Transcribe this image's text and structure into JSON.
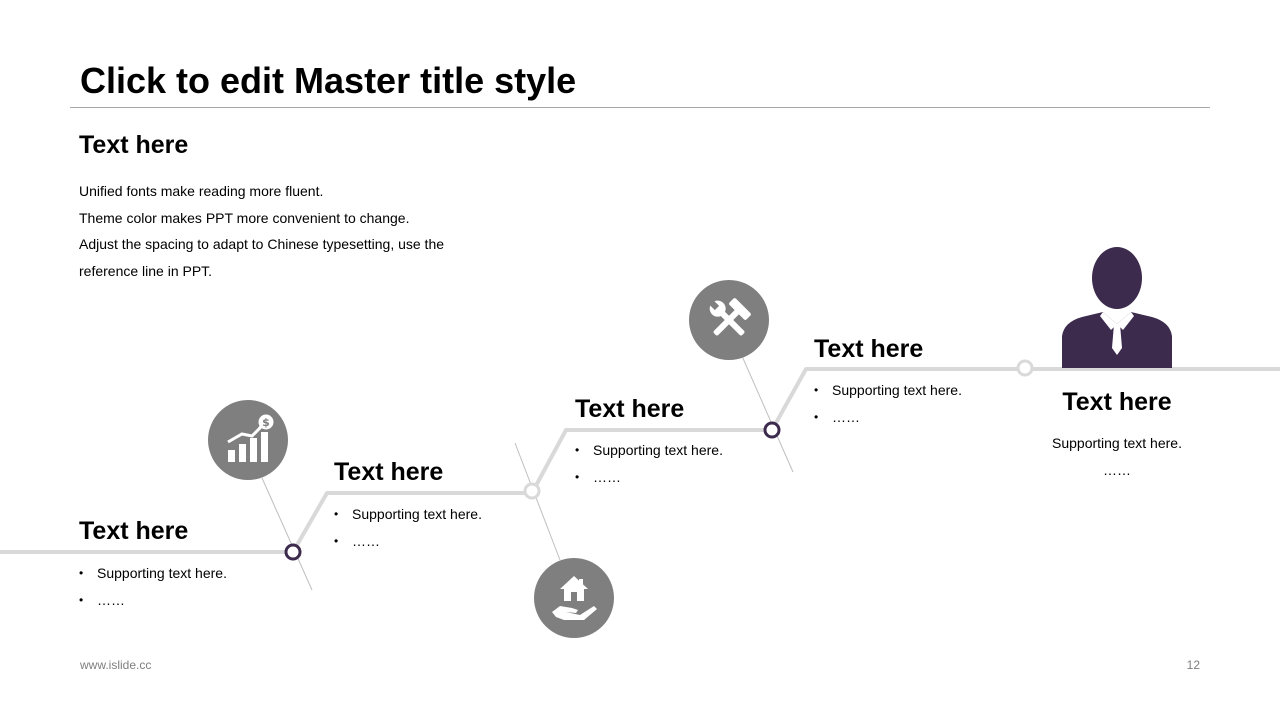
{
  "title": "Click to edit Master title style",
  "intro": {
    "heading": "Text here",
    "lines": [
      "Unified fonts make reading more fluent.",
      "Theme color makes PPT more convenient  to change.",
      "Adjust the spacing to adapt to Chinese typesetting, use the",
      "reference line in PPT."
    ]
  },
  "steps": [
    {
      "heading": "Text here",
      "bullets": [
        "Supporting text here.",
        "……"
      ],
      "icon": "growth-chart-dollar-icon"
    },
    {
      "heading": "Text here",
      "bullets": [
        "Supporting text here.",
        "……"
      ],
      "icon": "house-in-hand-icon"
    },
    {
      "heading": "Text here",
      "bullets": [
        "Supporting text here.",
        "……"
      ],
      "icon": "tools-icon"
    },
    {
      "heading": "Text here",
      "bullets": [
        "Supporting text here.",
        "……"
      ],
      "icon": "businessman-icon"
    }
  ],
  "footer": {
    "website": "www.islide.cc",
    "page_number": "12"
  },
  "colors": {
    "accent": "#3d2b4d",
    "icon_gray": "#7f7f7f",
    "line_gray": "#d9d9d9",
    "rule_gray": "#a6a6a6"
  }
}
